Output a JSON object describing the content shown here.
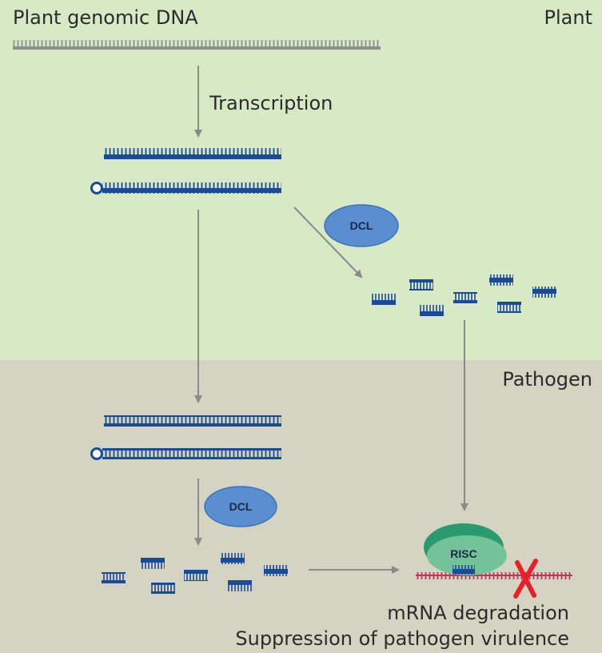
{
  "labels": {
    "plant_genomic_dna": "Plant genomic DNA",
    "plant_region": "Plant",
    "transcription": "Transcription",
    "pathogen_region": "Pathogen",
    "dcl_top": "DCL",
    "dcl_bottom": "DCL",
    "risc": "RISC",
    "mrna_degradation": "mRNA degradation",
    "suppression": "Suppression of pathogen virulence"
  },
  "colors": {
    "plant_bg": "#d8eac5",
    "pathogen_bg": "#d5d3c1",
    "dna_gray": "#8f8f8f",
    "rna_blue": "#1a4a9a",
    "dcl_blue": "#5b8ed0",
    "risc_green": "#2a9b6e",
    "mrna_red": "#c2345a",
    "cross_red": "#e8202a",
    "arrow_gray": "#8a8a8a"
  }
}
